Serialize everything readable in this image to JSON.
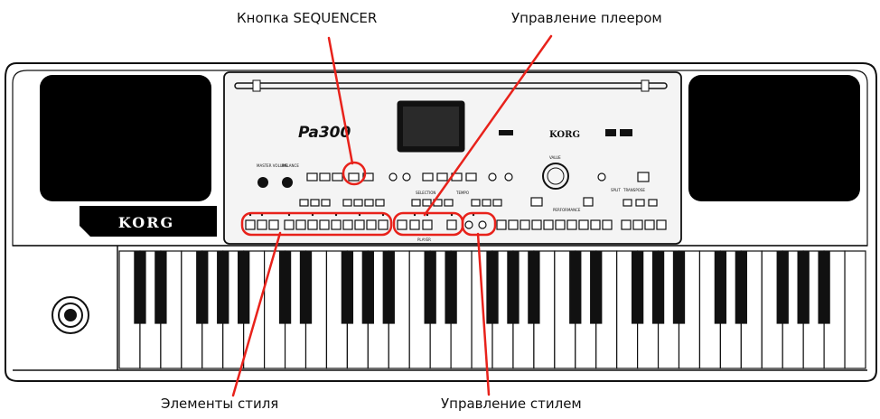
{
  "callouts": {
    "sequencer": "Кнопка SEQUENCER",
    "player": "Управление плеером",
    "style_elements": "Элементы стиля",
    "style_control": "Управление стилем"
  },
  "keyboard": {
    "brand_left": "KORG",
    "brand_panel": "KORG",
    "model": "Pa300",
    "player_panel_label": "PLAYER",
    "value_label": "VALUE",
    "master_volume_label": "MASTER VOLUME",
    "balance_label": "BALANCE",
    "performance_label": "PERFORMANCE",
    "transpose_label": "TRANSPOSE",
    "split_label": "SPLIT",
    "tempo_label": "TEMPO",
    "selection_label": "SELECTION"
  },
  "colors": {
    "callout": "#e8221b",
    "body": "#111111",
    "panel": "#f2f2f2"
  }
}
